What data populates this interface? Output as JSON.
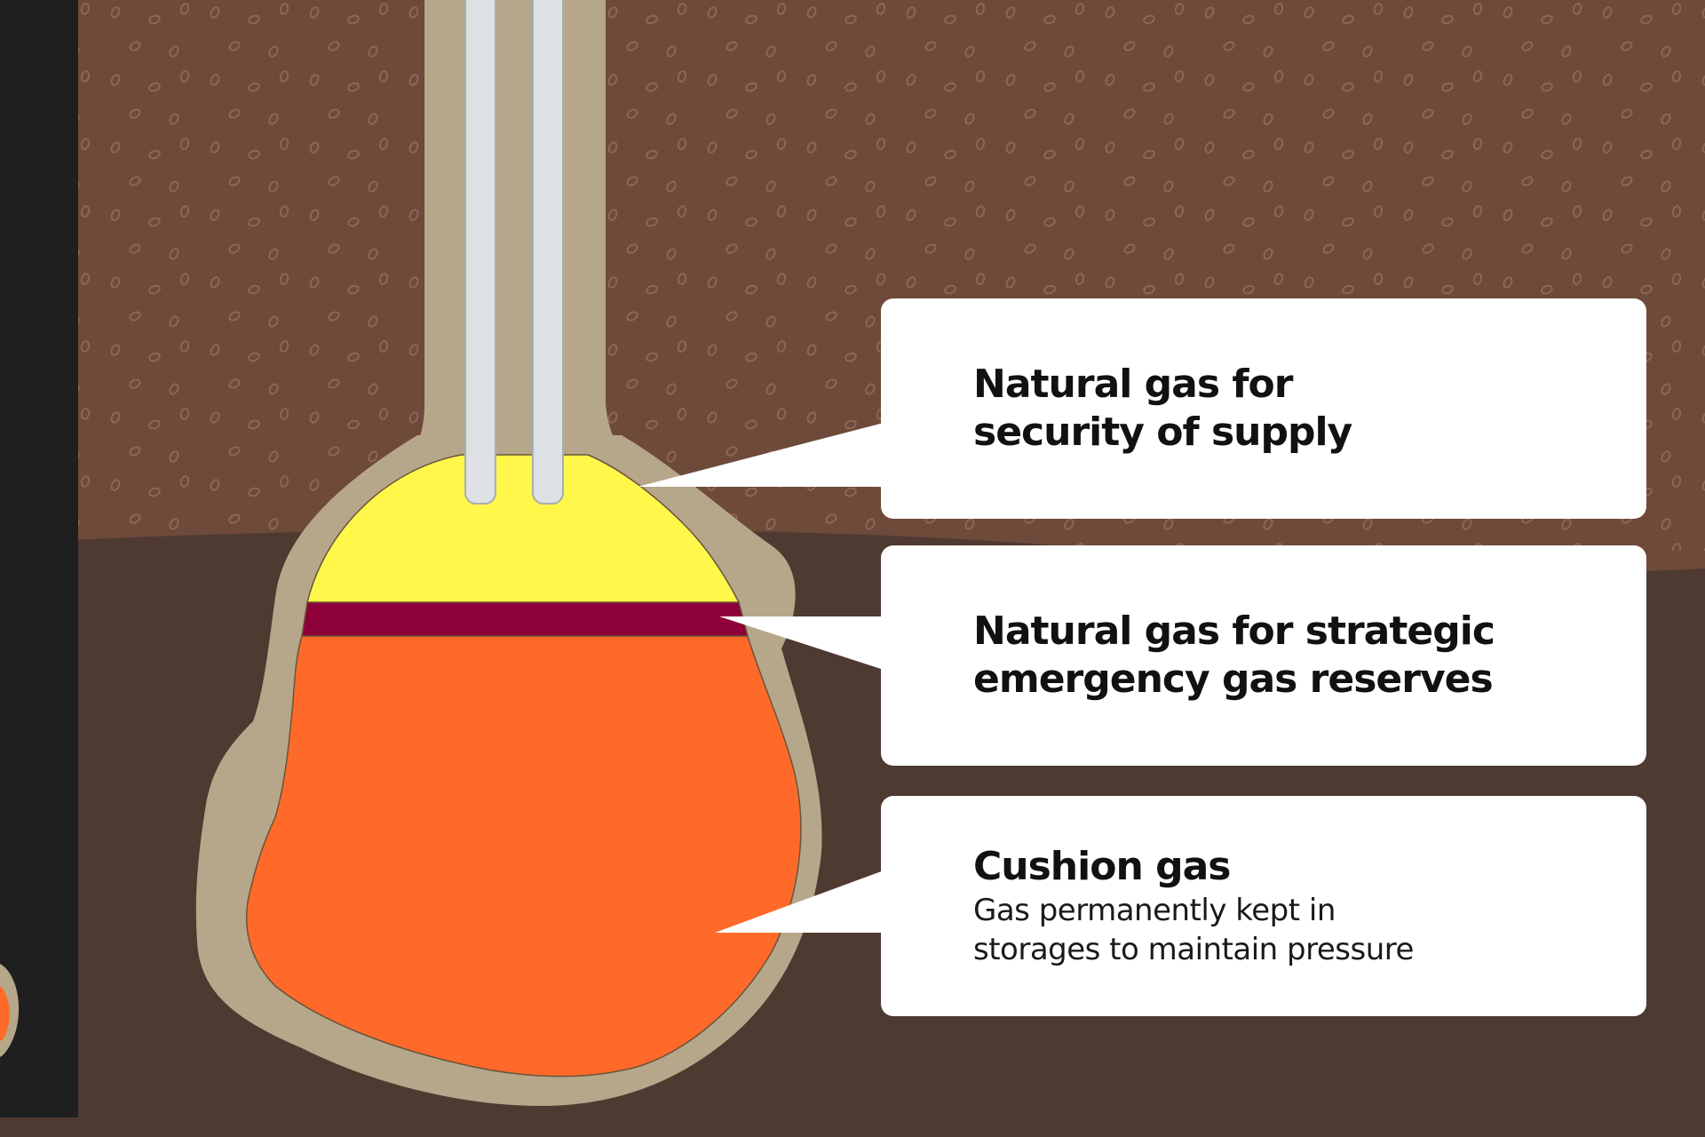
{
  "colors": {
    "upper_soil": "#6e4a3b",
    "lower_soil": "#4e3a31",
    "cavern_rim": "#b6a78a",
    "security_gas": "#fff84a",
    "strategic_gas": "#8e003a",
    "cushion_gas": "#ff6a2a",
    "pipe": "#dde1e4",
    "panel_dark": "#1f1f1f",
    "callout_bg": "#ffffff"
  },
  "callouts": [
    {
      "title": "Natural gas for\nsecurity of supply",
      "description": ""
    },
    {
      "title": "Natural gas for strategic\nemergency gas reserves",
      "description": ""
    },
    {
      "title": "Cushion gas",
      "description": "Gas permanently kept in\nstorages to maintain pressure"
    }
  ]
}
